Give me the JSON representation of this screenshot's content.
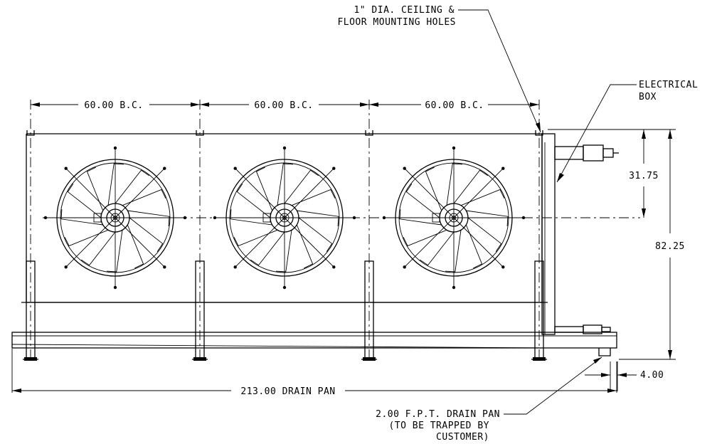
{
  "labels": {
    "mounting_holes": [
      "1\" DIA. CEILING &",
      "FLOOR MOUNTING HOLES"
    ],
    "electrical_box": [
      "ELECTRICAL",
      "BOX"
    ],
    "bc_1": "60.00 B.C.",
    "bc_2": "60.00 B.C.",
    "bc_3": "60.00 B.C.",
    "dim_31_75": "31.75",
    "dim_82_25": "82.25",
    "dim_4_00": "4.00",
    "drain_pan_length": "213.00 DRAIN PAN",
    "drain_note": [
      "2.00 F.P.T. DRAIN PAN",
      "(TO BE TRAPPED BY",
      "CUSTOMER)"
    ]
  }
}
